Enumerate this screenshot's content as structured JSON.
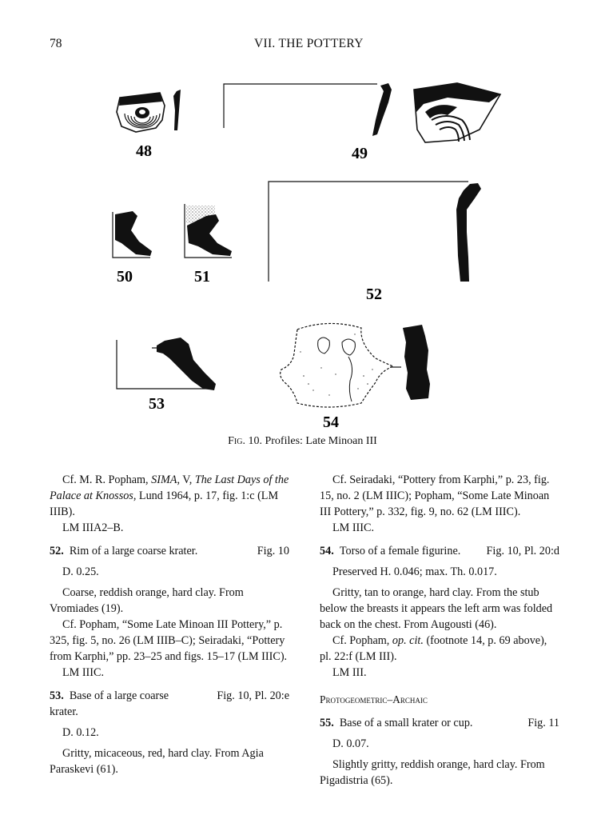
{
  "header": {
    "page_number": "78",
    "running_head": "VII. THE POTTERY"
  },
  "figure": {
    "labels": [
      "48",
      "49",
      "50",
      "51",
      "52",
      "53",
      "54"
    ],
    "caption_prefix": "Fig. 10.",
    "caption_text": "Profiles: Late Minoan III"
  },
  "left": {
    "p1_a": "Cf. M. R. Popham, ",
    "p1_sima": "SIMA",
    "p1_b": ", V, ",
    "p1_title": "The Last Days of the Palace at Knossos",
    "p1_c": ", Lund 1964, p. 17, fig. 1:c (LM IIIB).",
    "p2": "LM IIIA2–B.",
    "e52_num": "52.",
    "e52_title": "Rim of a large coarse krater.",
    "e52_ref": "Fig. 10",
    "e52_dim": "D. 0.25.",
    "e52_desc": "Coarse, reddish orange, hard clay. From Vromiades (19).",
    "e52_cf": "Cf. Popham, “Some Late Minoan III Pottery,” p. 325, fig. 5, no. 26 (LM IIIB–C); Seiradaki, “Pottery from Karphi,” pp. 23–25 and figs. 15–17 (LM IIIC).",
    "e52_date": "LM IIIC.",
    "e53_num": "53.",
    "e53_title": "Base of a large coarse krater.",
    "e53_ref": "Fig. 10, Pl. 20:e",
    "e53_dim": "D. 0.12.",
    "e53_desc": "Gritty, micaceous, red, hard clay. From Agia Paraskevi (61)."
  },
  "right": {
    "p1": "Cf. Seiradaki, “Pottery from Karphi,” p. 23, fig. 15, no. 2 (LM IIIC); Popham, “Some Late Minoan III Pottery,” p. 332, fig. 9, no. 62 (LM IIIC).",
    "p2": "LM IIIC.",
    "e54_num": "54.",
    "e54_title": "Torso of a female figurine.",
    "e54_ref": "Fig. 10, Pl. 20:d",
    "e54_dim": "Preserved H. 0.046; max. Th. 0.017.",
    "e54_desc": "Gritty, tan to orange, hard clay. From the stub below the breasts it appears the left arm was folded back on the chest. From Augousti (46).",
    "e54_cf_a": "Cf. Popham, ",
    "e54_cf_op": "op. cit.",
    "e54_cf_b": " (footnote 14, p. 69 above), pl. 22:f (LM III).",
    "e54_date": "LM III.",
    "section": "Protogeometric–Archaic",
    "e55_num": "55.",
    "e55_title": "Base of a small krater or cup.",
    "e55_ref": "Fig. 11",
    "e55_dim": "D. 0.07.",
    "e55_desc": "Slightly gritty, reddish orange, hard clay. From Pigadistria (65)."
  }
}
